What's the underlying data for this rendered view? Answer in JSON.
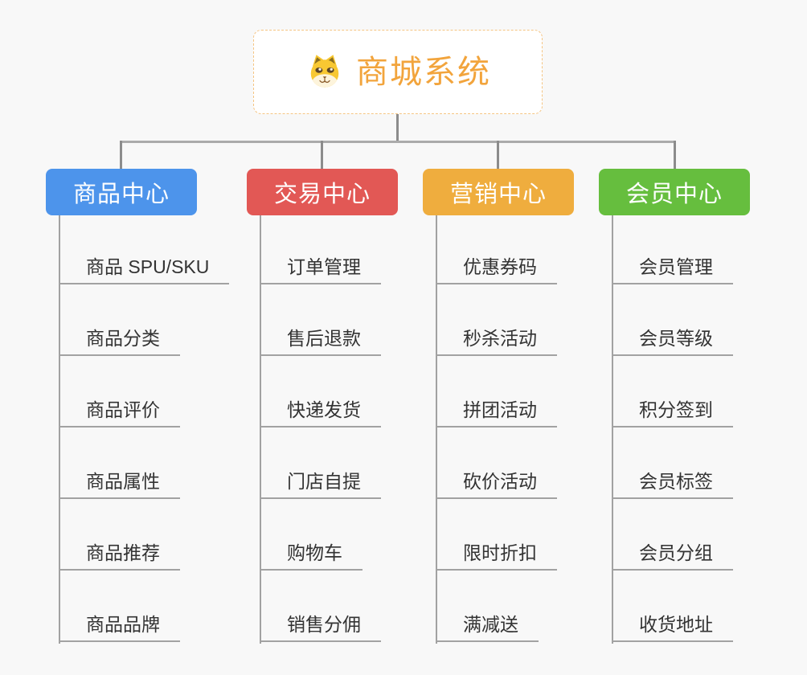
{
  "root": {
    "title": "商城系统",
    "icon": "dog-face-icon",
    "accent_color": "#f2a43c",
    "border_color": "#f5c583",
    "background": "#ffffff"
  },
  "connector_color": "#9b9b9b",
  "canvas_background": "#f8f8f8",
  "branches": [
    {
      "id": "product",
      "label": "商品中心",
      "color": "#4d94eb",
      "children": [
        "商品 SPU/SKU",
        "商品分类",
        "商品评价",
        "商品属性",
        "商品推荐",
        "商品品牌"
      ]
    },
    {
      "id": "trade",
      "label": "交易中心",
      "color": "#e25855",
      "children": [
        "订单管理",
        "售后退款",
        "快递发货",
        "门店自提",
        "购物车",
        "销售分佣"
      ]
    },
    {
      "id": "marketing",
      "label": "营销中心",
      "color": "#efad3e",
      "children": [
        "优惠券码",
        "秒杀活动",
        "拼团活动",
        "砍价活动",
        "限时折扣",
        "满减送"
      ]
    },
    {
      "id": "member",
      "label": "会员中心",
      "color": "#66be3e",
      "children": [
        "会员管理",
        "会员等级",
        "积分签到",
        "会员标签",
        "会员分组",
        "收货地址"
      ]
    }
  ]
}
